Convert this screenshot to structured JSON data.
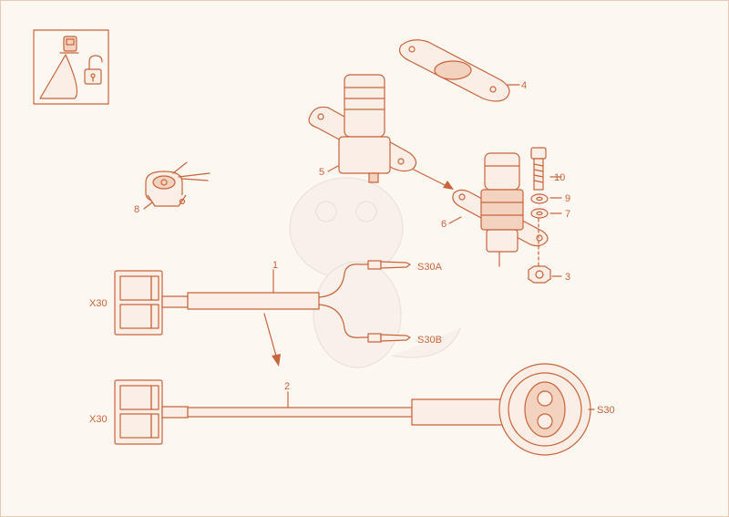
{
  "labels": {
    "part1": "1",
    "part2": "2",
    "part3": "3",
    "part4": "4",
    "part5": "5",
    "part6": "6",
    "part7": "7",
    "part8": "8",
    "part9": "9",
    "part10": "10",
    "x30_top": "X30",
    "x30_bottom": "X30",
    "s30a": "S30A",
    "s30b": "S30B",
    "s30": "S30"
  },
  "colors": {
    "line": "#c8643a",
    "background": "#fdf7f2",
    "watermark": "#e9dcd3"
  },
  "icons": [
    "key-switch-icon",
    "open-padlock-icon"
  ]
}
